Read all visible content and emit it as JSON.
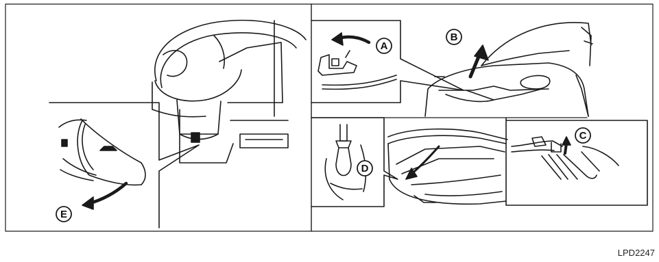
{
  "figure": {
    "callouts": [
      {
        "id": "A",
        "label": "A"
      },
      {
        "id": "B",
        "label": "B"
      },
      {
        "id": "C",
        "label": "C"
      },
      {
        "id": "D",
        "label": "D"
      },
      {
        "id": "E",
        "label": "E"
      }
    ],
    "figure_code": "LPD2247",
    "line_color": "#1a1a1a"
  }
}
